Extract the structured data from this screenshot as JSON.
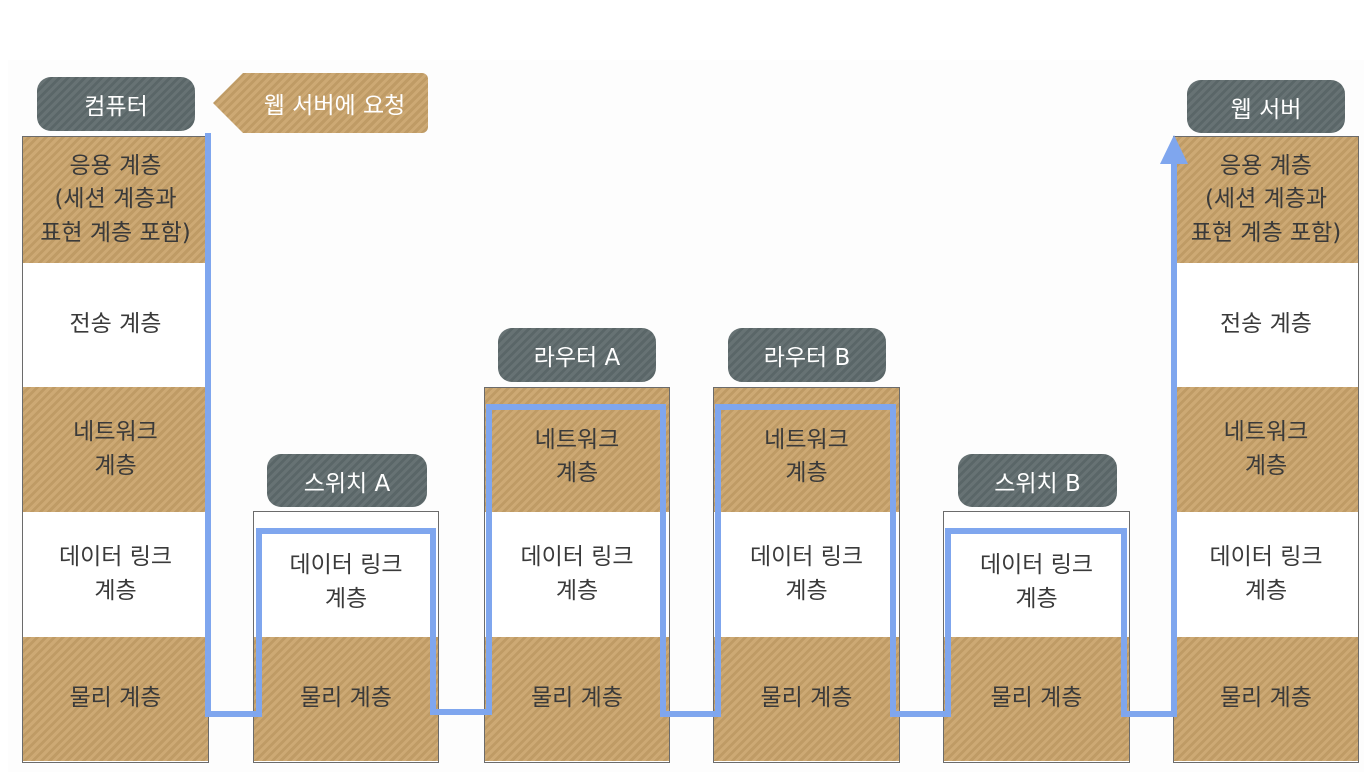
{
  "layer_labels": {
    "application": "응용 계층\n(세션 계층과\n표현 계층 포함)",
    "transport": "전송 계층",
    "network": "네트워크\n계층",
    "datalink": "데이터 링크\n계층",
    "physical": "물리 계층"
  },
  "devices": {
    "computer": "컴퓨터",
    "switch_a": "스위치 A",
    "router_a": "라우터 A",
    "router_b": "라우터 B",
    "switch_b": "스위치 B",
    "web_server": "웹 서버"
  },
  "callout": "웹 서버에 요청",
  "colors": {
    "layer_tan": "#c9a36a",
    "pill": "#5f6b6d",
    "path": "#7fa6ee"
  }
}
